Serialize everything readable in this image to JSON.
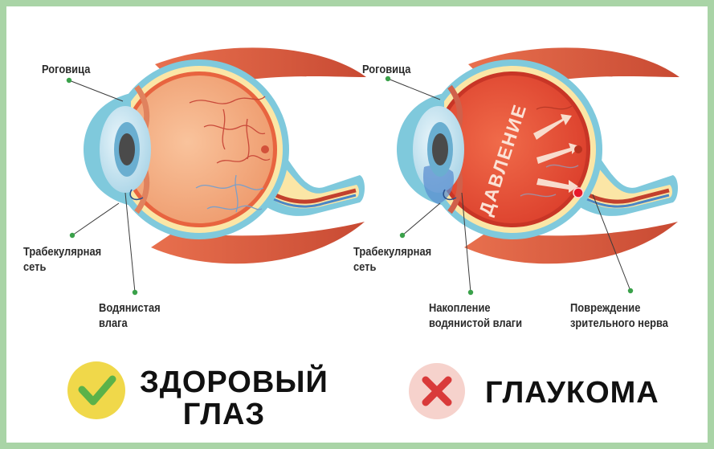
{
  "healthy": {
    "cornea_label": "Роговица",
    "trabecular_label": [
      "Трабекулярная",
      "сеть"
    ],
    "aqueous_label": [
      "Водянистая",
      "влага"
    ],
    "verdict": [
      "ЗДОРОВЫЙ",
      "ГЛАЗ"
    ],
    "verdict_icon": "check-icon"
  },
  "glaucoma": {
    "cornea_label": "Роговица",
    "trabecular_label": [
      "Трабекулярная",
      "сеть"
    ],
    "accumulation_label": [
      "Накопление",
      "водянистой влаги"
    ],
    "nerve_label": [
      "Повреждение",
      "зрительного нерва"
    ],
    "pressure_text": "ДАВЛЕНИЕ",
    "verdict": "ГЛАУКОМА",
    "verdict_icon": "cross-icon"
  },
  "colors": {
    "frame": "#a9d4a6",
    "pointer": "#3aa14a",
    "check_circle": "#f0d84a",
    "check_mark": "#5bb249",
    "cross_circle": "#f6d2cc",
    "cross_mark": "#d93a3a"
  }
}
